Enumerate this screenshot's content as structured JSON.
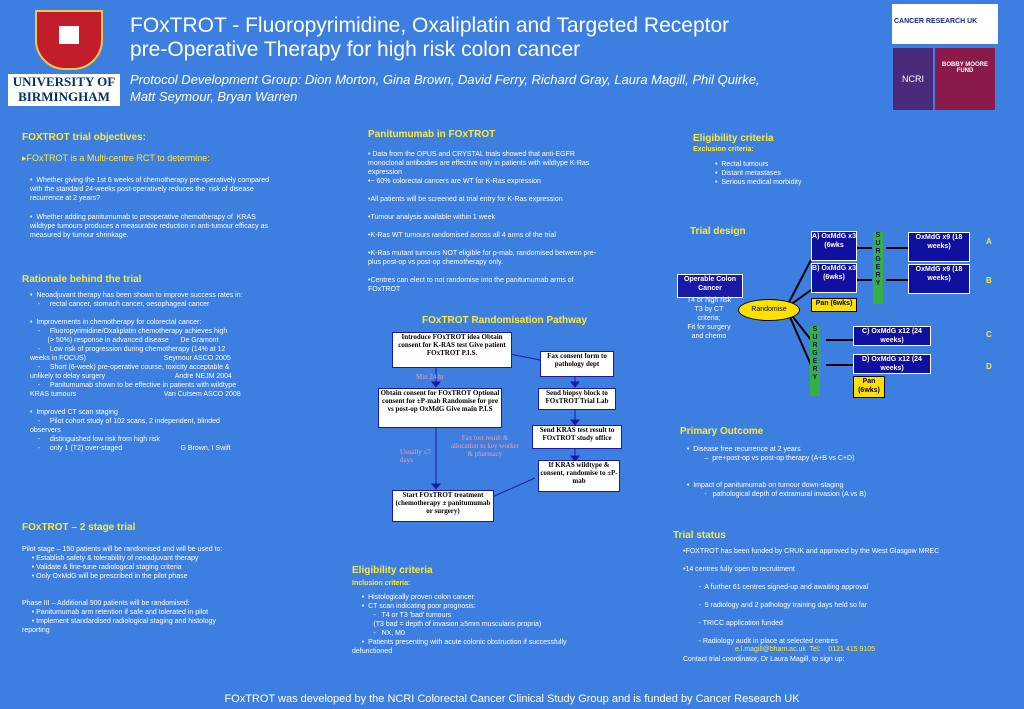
{
  "header": {
    "title_line1": "FOxTROT - Fluoropyrimidine, Oxaliplatin and Targeted Receptor",
    "title_line2": "pre-Operative Therapy for high risk colon cancer",
    "subtitle_line1": "Protocol Development Group: Dion Morton, Gina Brown, David Ferry, Richard Gray, Laura Magill, Phil Quirke,",
    "subtitle_line2": "Matt Seymour, Bryan Warren",
    "uob_line1": "UNIVERSITY OF",
    "uob_line2": "BIRMINGHAM",
    "cruk_logo": "CANCER RESEARCH UK",
    "ncri_logo": "NCRI",
    "bmf_logo": "BOBBY MOORE FUND"
  },
  "objectives": {
    "heading": "FOXTROT trial objectives:",
    "lead": "▸FOxTROT is a Multi-centre RCT to determine:",
    "p1": "•  Whether giving the 1st 6 weeks of chemotherapy pre-operatively compared\nwith the standard 24-weeks post-operatively reduces the  risk of disease\nrecurrence at 2 years?",
    "p2": "•  Whether adding panitumumab to preoperative chemotherapy of  KRAS\nwildtype tumours produces a measurable reduction in anti-tumour efficacy as\nmeasured by tumour shrinkage."
  },
  "rationale": {
    "heading": "Rationale behind the trial",
    "body": "•  Neoadjuvant therapy has been shown to improve success rates in:\n    -     rectal cancer, stomach cancer, oesophageal cancer\n\n•  Improvements in chemotherapy for colorectal cancer:\n    -     Fluoropyrimidine/Oxaliplatin chemotherapy achieves high\n         (> 50%) response in advanced disease      De Gramont\n    -     Low risk of progression during chemotherapy (14% at 12\nweeks in FOCUS)                                        Seymour ASCO 2005\n    -     Short (6-week) pre-operative course, toxicity acceptable &\nunlikely to delay surgery                                    Andre NEJM 2004\n    -     Panitumumab shown to be effective in patients with wildtype\nKRAS tumours                                             Van Cutsem ASCO 2008\n\n•  Improved CT scan staging\n    -     Pilot cohort study of 102 scans, 2 independent, blinded\nobservers\n    -     distinguished low risk from high risk\n    -     only 1 (T2) over-staged                              G Brown, I Swift"
  },
  "stage2": {
    "heading": "FOxTROT – 2 stage trial",
    "body": "Pilot stage – 150 patients will be randomised and will be used to:\n     • Establish safety & tolerability of neoadjuvant therapy\n     • Validate & fine-tune radiological staging criteria\n     • Only OxMdG will be prescribed in the pilot phase\n\n\nPhase III – Additional 900 patients will be randomised:\n     • Panitumumab arm retention if safe and tolerated in pilot\n     • Implement standardised radiological staging and histology\nreporting"
  },
  "panitumumab": {
    "heading": "Panitumumab in FOxTROT",
    "body": "• Data from the OPUS and CRYSTAL trials showed that anti-EGFR\nmonoclonal antibodies are effective only in patients with wildtype K-Ras\nexpression\n•~ 60% colorectal cancers are WT for K-Ras expression\n\n•All patients will be screened at trial entry for K-Ras expression\n\n•Tumour analysis available within 1 week\n\n•K-Ras WT tumours randomised across all 4 arms of the trial\n\n•K-Ras mutant tumours NOT eligible for p-mab, randomised between pre-\nplus post-op vs post-op chemotherapy only.\n\n•Centres can elect to not randomise into the panitumumab arms of\nFOxTROT"
  },
  "pathway": {
    "heading": "FOxTROT Randomisation Pathway",
    "b1": "Introduce FOxTROT idea\nObtain consent for K-RAS test\nGive patient FOxTROT P.I.S.",
    "b2": "Fax consent form to\npathology dept",
    "b3": "Obtain consent for FOxTROT\nOptional consent for ±P-mab\nRandomise for pre vs post-op OxMdG\nGive main P.I.S",
    "b4": "Send biopsy block to\nFOxTROT Trial Lab",
    "b5": "Send KRAS test result to\nFOxTROT study office",
    "b6": "If KRAS wildtype &\nconsent, randomise to\n±P-mab",
    "b7": "Start FOxTROT treatment\n(chemotherapy ±\npanitumumab or surgery)",
    "min24": "Min 24 hr",
    "usually7": "Usually ≤7\ndays",
    "fax_note": "Fax test result &\nallocation to key\nworker &\npharmacy"
  },
  "eligibility_inclusion": {
    "heading": "Eligibility criteria",
    "sub": "Inclusion criteria:",
    "body": "     •  Histologically proven colon cancer\n     •  CT scan indicating poor prognosis:\n           -   T4 or T3 'bad' tumours\n           (T3 bad = depth of invasion ≥5mm muscularis propria)\n           -   NX, M0\n     •  Patients presenting with acute colonic obstruction if successfully\ndefunctioned"
  },
  "eligibility_exclusion": {
    "heading": "Eligibility criteria",
    "sub": "Exclusion criteria:",
    "body": "•  Rectal tumours\n•  Distant metastases\n•  Serious medical morbidity"
  },
  "trial_design": {
    "heading": "Trial design",
    "operable": "Operable\nColon Cancer",
    "criteria": "T4 or high risk\nT3 by CT\ncriteria;\nFit for surgery\nand chemo",
    "randomise": "Randomise",
    "armA": "A) OxMdG\nx3\n(6wks",
    "armB": "B) OxMdG\nx3\n(6wks)",
    "pan6": "Pan (6wks)",
    "surgery": "S\nU\nR\nG\nE\nR\nY",
    "postA": "OxMdG\nx9\n(18 weeks)",
    "postB": "OxMdG\nx9\n(18 weeks)",
    "armC": "C) OxMdG x12\n(24 weeks)",
    "armD": "D) OxMdG x12\n(24 weeks)",
    "pan_d": "Pan\n(6wks)",
    "A": "A",
    "B": "B",
    "C": "C",
    "D": "D"
  },
  "primary": {
    "heading": "Primary Outcome",
    "body": "  •  Disease free recurrence at 2 years\n           –  pre+post-op vs post-op therapy (A+B vs C+D)\n\n\n  •  Impact of panitumumab on tumour down-staging\n           -   pathological depth of extramural invasion (A vs B)"
  },
  "status": {
    "heading": "Trial status",
    "body": "•FOXTROT has been funded by CRUK and approved by the West Glasgow MREC\n\n•14 centres fully open to recruitment\n\n        -  A further 61 centres signed-up and awaiting approval\n\n        -  5 radiology and 2 pathology training days held so far\n\n        - TRICC application funded\n\n        - Radiology audit in place at selected centres\n\nContact trial coordinator, Dr Laura Magill, to sign up:",
    "contact": "e.l.magill@bham.ac.uk  Tel:    0121 415 9105"
  },
  "footer": "FOxTROT was developed by the NCRI Colorectal Cancer Clinical Study Group and is funded by Cancer Research UK"
}
